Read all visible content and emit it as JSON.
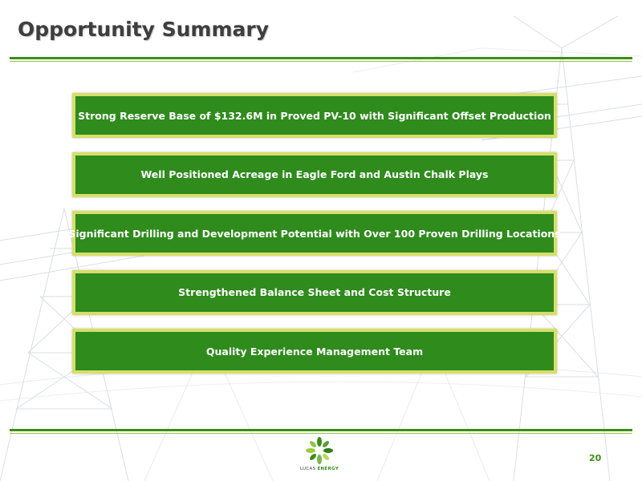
{
  "title": "Opportunity Summary",
  "highlights": [
    "Strong Reserve Base of $132.6M in Proved PV-10 with Significant Offset Production",
    "Well Positioned Acreage in Eagle Ford and Austin Chalk Plays",
    "Significant Drilling and Development Potential with Over 100 Proven Drilling Locations",
    "Strengthened Balance Sheet and Cost Structure",
    "Quality Experience Management Team"
  ],
  "logo": {
    "brand_first": "LUCAS",
    "brand_second": "ENERGY"
  },
  "page_number": "20",
  "colors": {
    "box_fill": "#2e8b1c",
    "box_border": "#d6de6a",
    "rule_dark": "#3c8d16",
    "rule_light": "#8cc63f",
    "title": "#3e3e3e"
  }
}
